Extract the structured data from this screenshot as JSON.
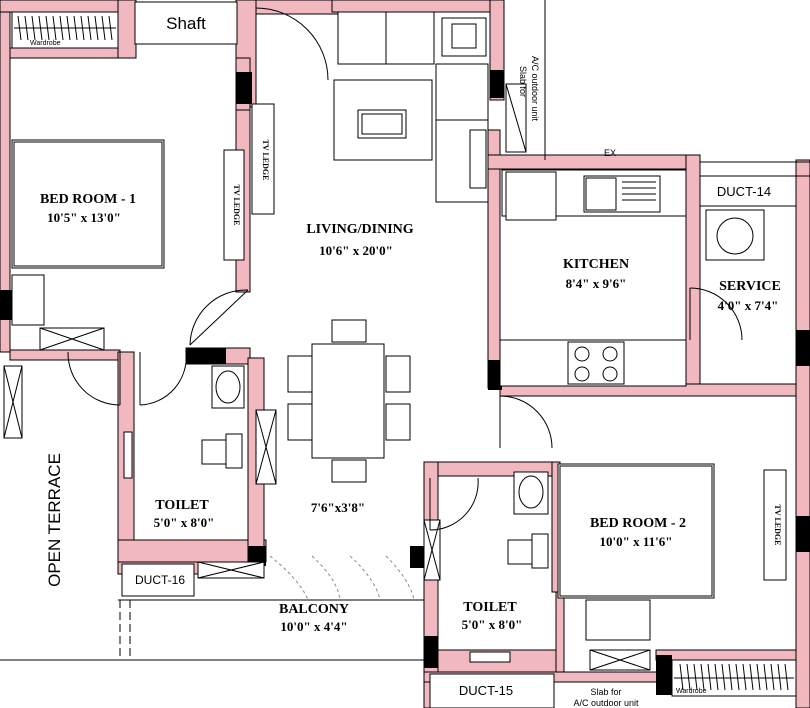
{
  "rooms": {
    "bedroom1": {
      "name": "BED ROOM - 1",
      "size": "10'5\" x 13'0\""
    },
    "living": {
      "name": "LIVING/DINING",
      "size": "10'6\" x 20'0\""
    },
    "kitchen": {
      "name": "KITCHEN",
      "size": "8'4\" x 9'6\""
    },
    "service": {
      "name": "SERVICE",
      "size": "4'0\" x 7'4\""
    },
    "toilet1": {
      "name": "TOILET",
      "size": "5'0\" x 8'0\""
    },
    "toilet2": {
      "name": "TOILET",
      "size": "5'0\" x 8'0\""
    },
    "bedroom2": {
      "name": "BED ROOM - 2",
      "size": "10'0\" x 11'6\""
    },
    "balcony": {
      "name": "BALCONY",
      "size": "10'0\" x 4'4\""
    },
    "passage": {
      "size": "7'6\"x3'8\""
    },
    "terrace": {
      "name": "OPEN TERRACE"
    }
  },
  "labels": {
    "shaft": "Shaft",
    "duct14": "DUCT-14",
    "duct15": "DUCT-15",
    "duct16": "DUCT-16",
    "tv_ledge": "TV LEDGE",
    "wardrobe": "Wardrobe",
    "slab_ac_top": [
      "Slab for",
      "A/C outdoor unit"
    ],
    "slab_ac_bottom": [
      "Slab for",
      "A/C outdoor unit"
    ],
    "ex": "EX"
  },
  "colors": {
    "wall": "#f2b8c0",
    "line": "#000000"
  }
}
